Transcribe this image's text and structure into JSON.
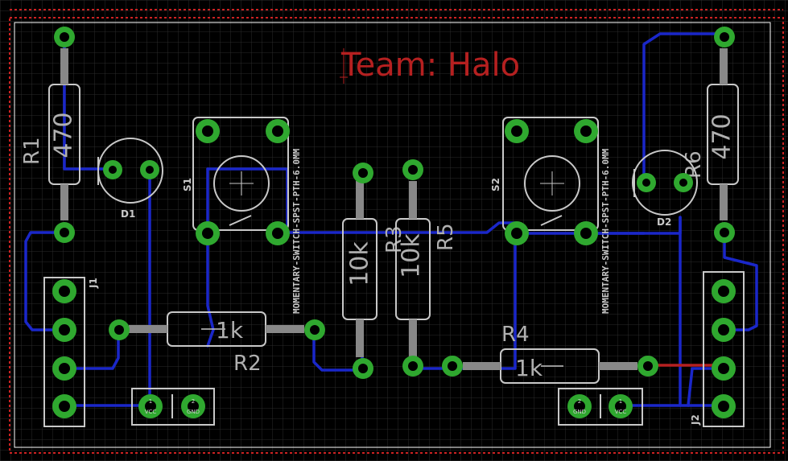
{
  "team_label": "Team: Halo",
  "colors": {
    "background": "#000000",
    "grid": "#2a2a2a",
    "outline": "#cc2222",
    "trace_bottom": "#1a27c9",
    "trace_top": "#b52020",
    "pad": "#2fa82f",
    "silk": "#c8c8c8",
    "name_text": "#b0b0b0",
    "team_text": "#b52020"
  },
  "components": {
    "R1": {
      "name": "R1",
      "value": "470"
    },
    "R2": {
      "name": "R2",
      "value": "1k"
    },
    "R3": {
      "name": "R3",
      "value": "10k"
    },
    "R4": {
      "name": "R4",
      "value": "1k"
    },
    "R5": {
      "name": "R5",
      "value": "10k"
    },
    "R6": {
      "name": "R6",
      "value": "470"
    },
    "D1": {
      "name": "D1"
    },
    "D2": {
      "name": "D2"
    },
    "S1": {
      "name": "S1",
      "value": "MOMENTARY-SWITCH-SPST-PTH-6.0MM"
    },
    "S2": {
      "name": "S2",
      "value": "MOMENTARY-SWITCH-SPST-PTH-6.0MM"
    },
    "J1": {
      "name": "J1"
    },
    "J2": {
      "name": "J2"
    }
  },
  "pins": {
    "vcc": "VCC",
    "gnd": "GND",
    "one": "1",
    "two": "2"
  }
}
